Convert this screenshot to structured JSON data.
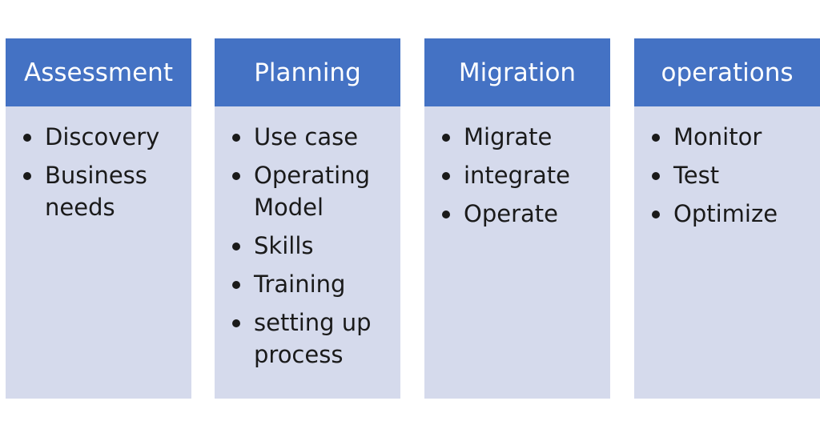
{
  "colors": {
    "header_bg": "#4472C4",
    "body_bg": "#D5DAEC",
    "header_text": "#FFFFFF",
    "body_text": "#1A1A1A"
  },
  "columns": [
    {
      "title": "Assessment",
      "items": [
        "Discovery",
        "Business needs"
      ]
    },
    {
      "title": "Planning",
      "items": [
        "Use case",
        "Operating Model",
        "Skills",
        "Training",
        "setting up process"
      ]
    },
    {
      "title": "Migration",
      "items": [
        "Migrate",
        "integrate",
        "Operate"
      ]
    },
    {
      "title": "operations",
      "items": [
        "Monitor",
        "Test",
        "Optimize"
      ]
    }
  ]
}
